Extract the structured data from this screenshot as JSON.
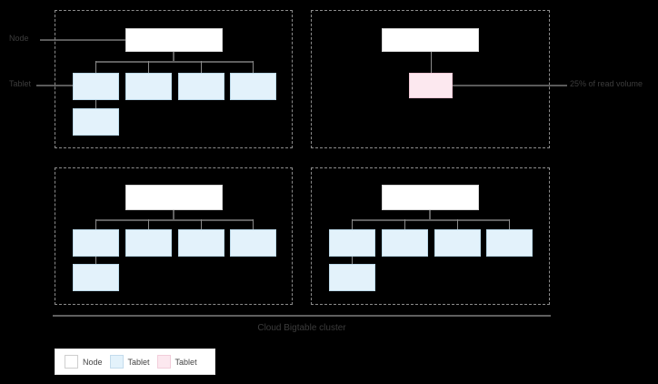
{
  "diagram": {
    "title": "Cloud Bigtable cluster",
    "side_labels": {
      "node": "Node",
      "tablet": "Tablet"
    },
    "callout": {
      "text": "25% of read volume"
    },
    "legend": {
      "items": [
        {
          "label": "Node",
          "color": "#ffffff",
          "swatch": "node"
        },
        {
          "label": "Tablet",
          "color": "#e3f2fb",
          "swatch": "tablet"
        },
        {
          "label": "Tablet",
          "color": "#fce8ef",
          "swatch": "hot"
        }
      ]
    },
    "colors": {
      "background": "#000000",
      "node_fill": "#ffffff",
      "tablet_fill": "#e3f2fb",
      "hot_tablet_fill": "#fce8ef",
      "connector": "#5f5f5f",
      "panel_border": "#8c8c8c",
      "text": "#3c3c3c"
    },
    "panels": [
      {
        "name": "node-panel-top-left",
        "node_label": "",
        "tablet_count": 5,
        "has_hot_tablet": false
      },
      {
        "name": "node-panel-top-right",
        "node_label": "",
        "tablet_count": 1,
        "has_hot_tablet": true
      },
      {
        "name": "node-panel-bottom-left",
        "node_label": "",
        "tablet_count": 5,
        "has_hot_tablet": false
      },
      {
        "name": "node-panel-bottom-right",
        "node_label": "",
        "tablet_count": 5,
        "has_hot_tablet": false
      }
    ]
  }
}
